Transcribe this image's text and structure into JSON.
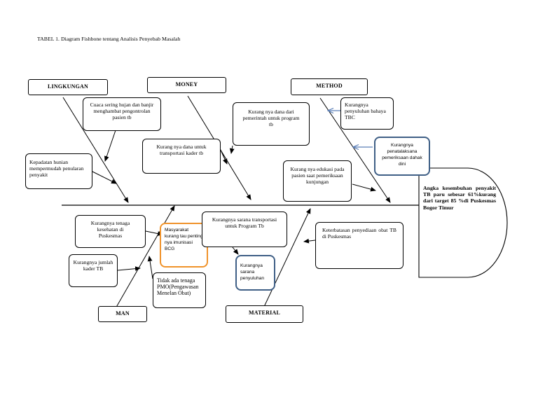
{
  "caption": "TABEL 1.  Diagram Fishbone tentang Analisis Penyebab Masalah",
  "categories": {
    "lingkungan": "LINGKUNGAN",
    "money": "MONEY",
    "method": "METHOD",
    "man": "MAN",
    "material": "MATERIAL"
  },
  "causes": {
    "cuaca": "Cuaca  sering hujan dan banjir menghambat pengontrolan pasien tb",
    "kepadatan": "Kepadatan hunian mempermudah penularan penyakit",
    "dana_kader": "Kurang nya dana untuk transportasi kader tb",
    "dana_program": "Kurang nya dana dari pemerintah untuk program tb",
    "penyuluhan": "Kurangnya penyuluhan bahaya TBC",
    "penatalaksana": "Kurangnya penatalaksana pemeriksaan dahak dini",
    "edukasi": "Kurang nya edukasi pada pasien saat pemeriksaan kunjungan",
    "tenaga": "Kurangnya tenaga kesehatan di Puskesmas",
    "masyarakat": "Masyarakat kurang tau penting nya imunisasi BCG",
    "kader": "Kurangnya jumlah kader TB",
    "pmo": "Tidak ada tenaga PMO(Pengawasan Menelan Obat)",
    "sarana_transport": "Kurangnya sarana transportasi untuk Program Tb",
    "sarana_penyuluhan": "Kurangnya sarana penyuluhan",
    "obat": "Keterbatasan penyediaan obat TB di Puskesmas"
  },
  "effect": "Angka kesembuhan penyakit TB paru sebesar 61%kurang dari target 85 %di Puskesmas Bogor Timur",
  "colors": {
    "line": "#000000",
    "blue_border": "#3f5f86",
    "blue_arrow": "#5b7fb8",
    "orange_border": "#f0932b"
  }
}
